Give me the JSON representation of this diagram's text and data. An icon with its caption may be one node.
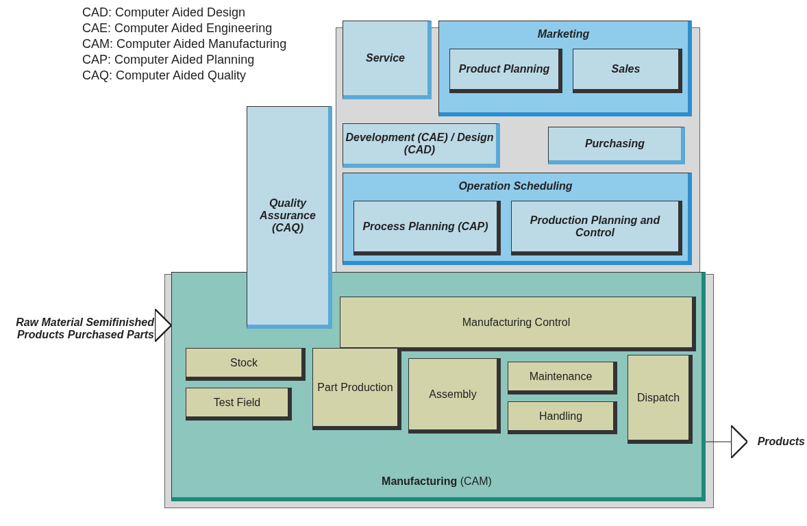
{
  "diagram": {
    "nodes": [
      {
        "text": [
          "Service"
        ]
      },
      {
        "text": [
          "Marketing"
        ]
      },
      {
        "text": [
          "Product Planning"
        ],
        "in": 1
      },
      {
        "text": [
          "Sales"
        ],
        "in": 1
      },
      {
        "text": [
          "**Quality Assurance** (CAQ)"
        ]
      },
      {
        "text": [
          "**Development** (CAE) / **Design** (CAD)"
        ]
      },
      {
        "text": [
          "Purchasing"
        ]
      },
      {
        "text": [
          "Operation Scheduling"
        ]
      },
      {
        "text": [
          "**Process Planning** (CAP)"
        ],
        "in": 7
      },
      {
        "text": [
          "Production Planning and Control"
        ],
        "in": 7
      },
      {
        "text": [
          "**Manufacturing** (CAM)"
        ]
      },
      {
        "text": [
          "Manufacturing Control"
        ],
        "in": 10
      },
      {
        "text": [
          "Stock"
        ],
        "in": 10
      },
      {
        "text": [
          "Test Field"
        ],
        "in": 10
      },
      {
        "text": [
          "Part Production"
        ],
        "in": 10
      },
      {
        "text": [
          "Assembly"
        ],
        "in": 10
      },
      {
        "text": [
          "Maintenance"
        ],
        "in": 10
      },
      {
        "text": [
          "Handling"
        ],
        "in": 10
      },
      {
        "text": [
          "Dispatch"
        ],
        "in": 10
      },
      {
        "text": [
          "Raw Material Semifinished Products Purchased Parts"
        ]
      },
      {
        "text": [
          "Products"
        ]
      }
    ],
    "edges": [
      {
        "from": 19,
        "to": 10,
        "arrow": "to"
      },
      {
        "from": 10,
        "to": 20,
        "arrow": "to"
      }
    ],
    "labels": [
      "CAD: Computer Aided Design",
      "CAE: Computer Aided Engineering",
      "CAM: Computer Aided Manufacturing",
      "CAP: Computer Aided Planning",
      "CAQ: Computer Aided Quality"
    ]
  }
}
